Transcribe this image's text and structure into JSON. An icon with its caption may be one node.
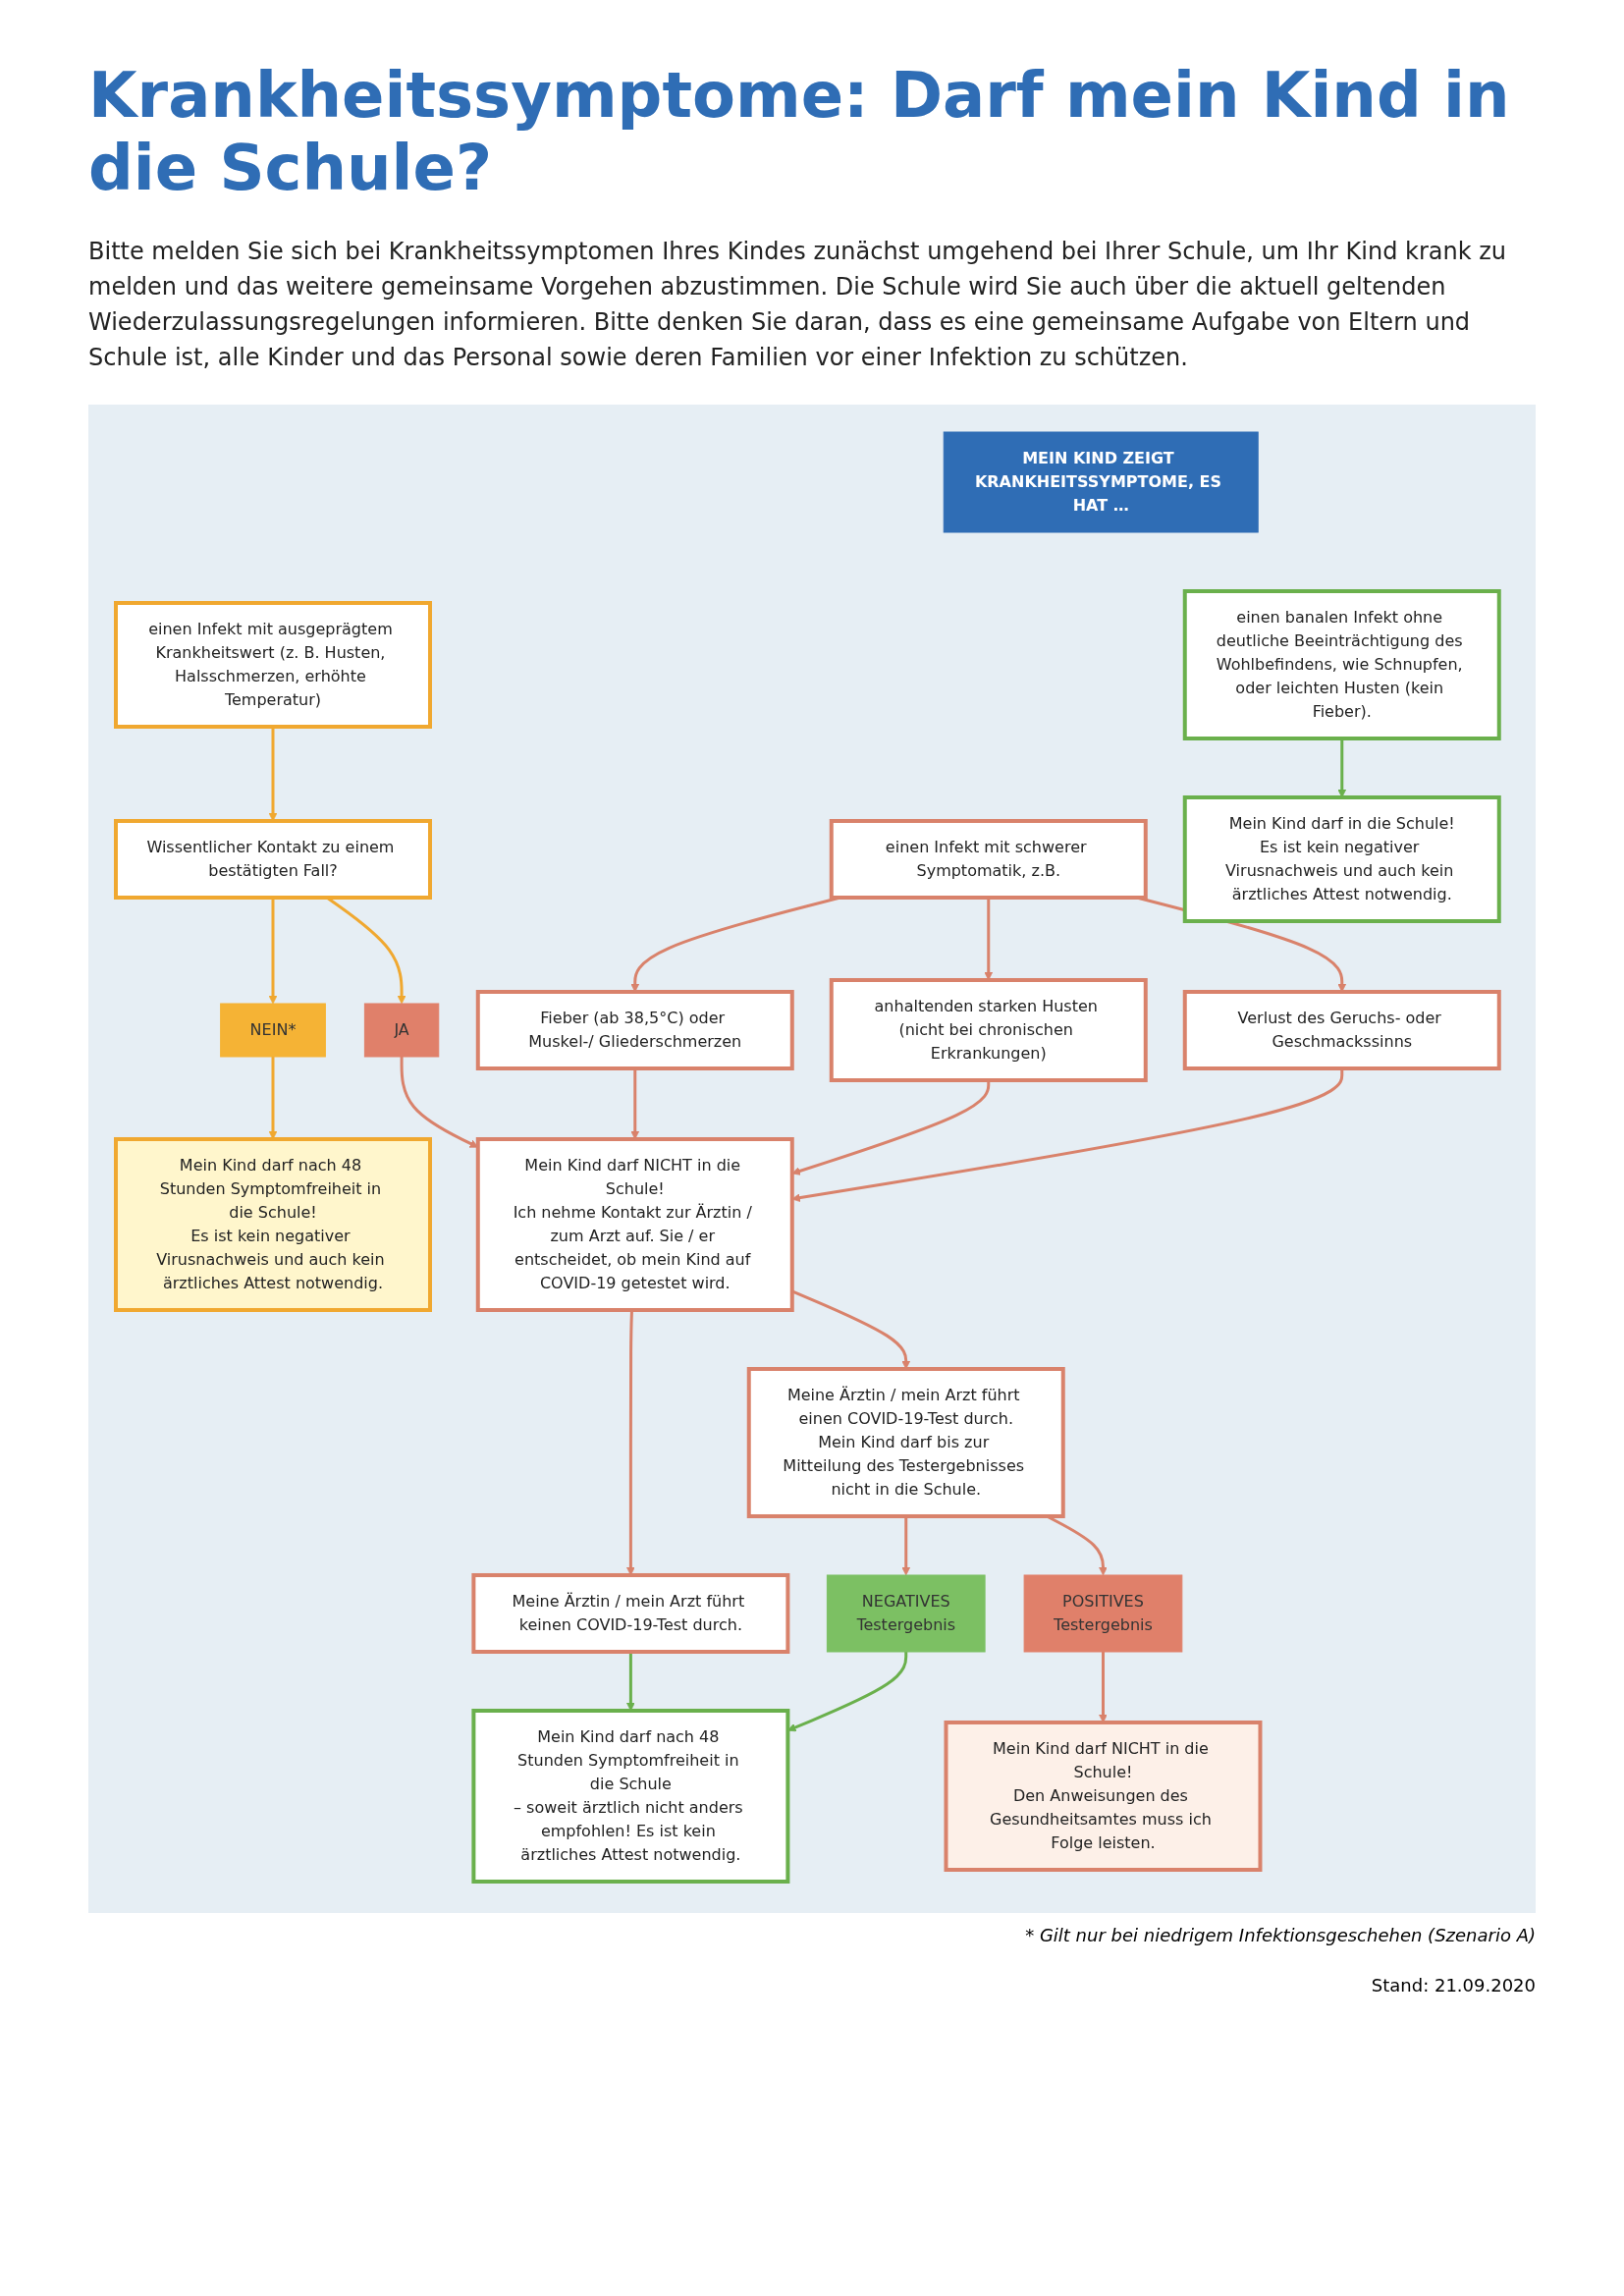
{
  "diagram": {
    "title": "Krankheitssymptome: Darf mein Kind in die Schule?",
    "nodes": [
      {
        "text": [
          "MEIN KIND ZEIGT KRANKHEITSSYMPTOME, ES HAT …"
        ]
      },
      {
        "text": [
          "einen banalen Infekt ohne deutliche Beeinträchtigung des Wohlbefindens, wie Schnupfen, oder leichten Husten (kein Fieber)."
        ]
      },
      {
        "text": [
          "einen Infekt mit ausgeprägtem Krankheitswert (z. B. Husten, Halsschmerzen, erhöhte Temperatur)"
        ]
      },
      {
        "text": [
          "einen Infekt mit schwerer Symptomatik, z.B."
        ]
      },
      {
        "text": [
          "Fieber (ab 38,5°C) oder Muskel-/ Gliederschmerzen"
        ]
      },
      {
        "text": [
          "anhaltenden starken Husten (nicht bei chronischen Erkrankungen)"
        ]
      },
      {
        "text": [
          "Verlust des Geruchs- oder Geschmackssinns"
        ]
      },
      {
        "text": [
          "Wissentlicher Kontakt zu einem bestätigten Fall?"
        ]
      },
      {
        "text": [
          "NEIN*"
        ]
      },
      {
        "text": [
          "JA"
        ]
      },
      {
        "text": [
          "Mein Kind darf in die Schule!",
          "Es ist kein negativer Virusnachweis und auch kein ärztliches Attest notwendig."
        ]
      },
      {
        "text": [
          "Mein Kind darf nach 48 Stunden Symptomfreiheit in die Schule!",
          "Es ist kein negativer Virusnachweis und auch kein ärztliches Attest notwendig."
        ]
      },
      {
        "text": [
          "Mein Kind darf NICHT in die Schule!",
          "Ich nehme Kontakt zur Ärztin / zum Arzt auf. Sie / er entscheidet, ob mein Kind auf COVID-19 getestet wird."
        ]
      },
      {
        "text": [
          "Meine Ärztin / mein Arzt führt keinen COVID-19-Test durch."
        ]
      },
      {
        "text": [
          "Meine Ärztin / mein Arzt führt einen COVID-19-Test durch.",
          "Mein Kind darf bis zur Mitteilung des Testergebnisses nicht in die Schule."
        ]
      },
      {
        "text": [
          "Mein Kind darf nach 48 Stunden Symptomfreiheit in die Schule",
          "– soweit ärztlich nicht anders empfohlen! Es ist kein ärztliches Attest notwendig."
        ]
      },
      {
        "text": [
          "NEGATIVES",
          "Testergebnis"
        ]
      },
      {
        "text": [
          "POSITIVES",
          "Testergebnis"
        ]
      },
      {
        "text": [
          "Mein Kind darf NICHT in die Schule!",
          "Den Anweisungen des Gesundheitsamtes muss ich Folge leisten."
        ]
      }
    ],
    "edges": [
      {
        "from": 1,
        "to": 10,
        "arrow": "to",
        "color": "#6ab04c"
      },
      {
        "from": 2,
        "to": 7,
        "arrow": "to",
        "color": "#f0a830"
      },
      {
        "from": 3,
        "to": 4,
        "arrow": "to"
      },
      {
        "from": 3,
        "to": 5,
        "arrow": "to"
      },
      {
        "from": 3,
        "to": 6,
        "arrow": "to"
      },
      {
        "from": 7,
        "to": 8,
        "arrow": "to",
        "color": "#f0a830"
      },
      {
        "from": 7,
        "to": 9,
        "arrow": "to",
        "color": "#f0a830"
      },
      {
        "from": 8,
        "to": 11,
        "arrow": "to",
        "color": "#f0a830"
      },
      {
        "from": 9,
        "to": 12,
        "arrow": "to"
      },
      {
        "from": 4,
        "to": 12,
        "arrow": "to"
      },
      {
        "from": 5,
        "to": 12,
        "arrow": "to"
      },
      {
        "from": 6,
        "to": 12,
        "arrow": "to"
      },
      {
        "from": 12,
        "to": 13,
        "arrow": "to"
      },
      {
        "from": 12,
        "to": 14,
        "arrow": "to"
      },
      {
        "from": 13,
        "to": 15,
        "arrow": "to",
        "color": "#6ab04c"
      },
      {
        "from": 14,
        "to": 16,
        "arrow": "to"
      },
      {
        "from": 14,
        "to": 17,
        "arrow": "to"
      },
      {
        "from": 16,
        "to": 15,
        "arrow": "to",
        "color": "#6ab04c"
      },
      {
        "from": 17,
        "to": 18,
        "arrow": "to"
      }
    ],
    "labels": [
      "Bitte melden Sie sich bei Krankheitssymptomen Ihres Kindes zunächst umgehend bei Ihrer Schule, um Ihr Kind krank zu melden und das weitere gemeinsame Vorgehen abzustimmen. Die Schule wird Sie auch über die aktuell geltenden Wiederzulassungsregelungen informieren. Bitte denken Sie daran, dass es eine gemeinsame Aufgabe von Eltern und Schule ist, alle Kinder und das Personal sowie deren Familien vor einer Infektion zu schützen.",
      "* Gilt nur bei niedrigem Infektionsgeschehen (Szenario A)",
      "Stand: 21.09.2020"
    ]
  }
}
